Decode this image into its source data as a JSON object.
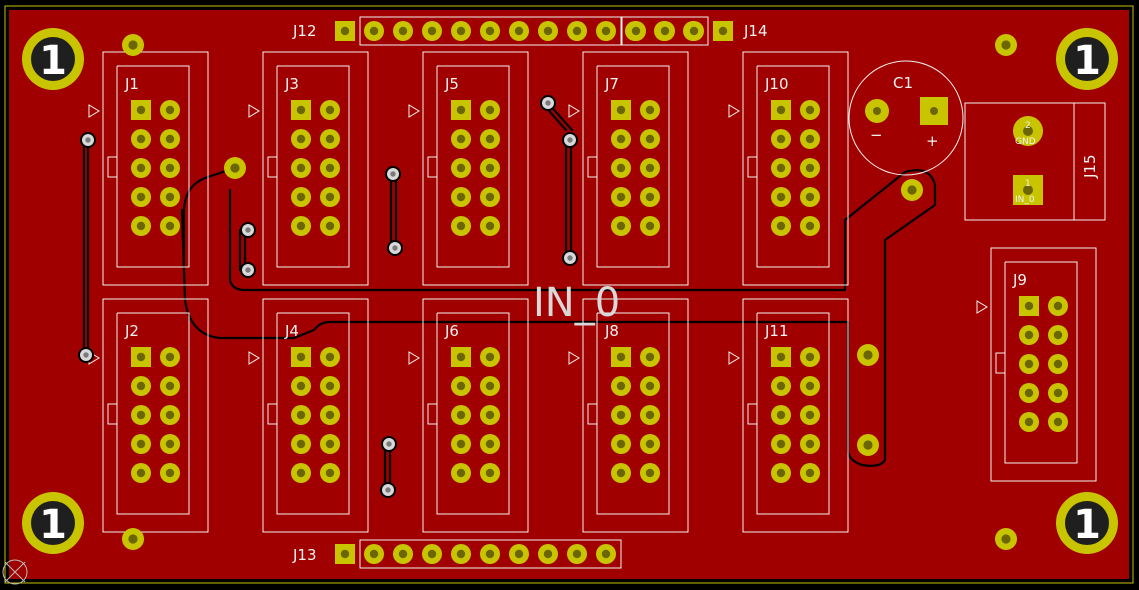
{
  "board": {
    "net_label": "IN_0",
    "mounting_hole_label": "1",
    "colors": {
      "outside": "#000000",
      "board_fill": "#a10000",
      "copper_pad": "#c9c400",
      "drill": "#6b6600",
      "silkscreen": "#f2f2f2",
      "edge_cut": "#c9c400"
    }
  },
  "headers": [
    {
      "ref": "J1"
    },
    {
      "ref": "J2"
    },
    {
      "ref": "J3"
    },
    {
      "ref": "J4"
    },
    {
      "ref": "J5"
    },
    {
      "ref": "J6"
    },
    {
      "ref": "J7"
    },
    {
      "ref": "J8"
    },
    {
      "ref": "J10"
    },
    {
      "ref": "J11"
    },
    {
      "ref": "J9"
    }
  ],
  "pin_headers": {
    "j12": {
      "ref": "J12",
      "pins": 13
    },
    "j14": {
      "ref": "J14",
      "pins": 4
    },
    "j13": {
      "ref": "J13",
      "pins": 10
    }
  },
  "capacitor": {
    "ref": "C1",
    "minus": "−",
    "plus": "+"
  },
  "terminal": {
    "ref": "J15",
    "pin2": {
      "num": "2",
      "name": "GND"
    },
    "pin1": {
      "num": "1",
      "name": "IN_0"
    }
  }
}
